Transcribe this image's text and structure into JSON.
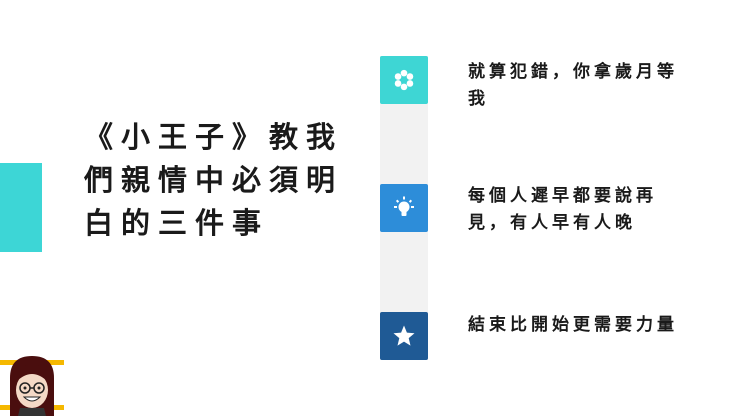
{
  "slide": {
    "title": "《小王子》教我們親情中必須明白的三件事",
    "accent_color": "#3dd6d6"
  },
  "items": [
    {
      "icon": "flower-icon",
      "color": "#3ed6d4",
      "text": "就算犯錯，你拿歲月等我"
    },
    {
      "icon": "lightbulb-icon",
      "color": "#2d8dd9",
      "text": "每個人遲早都要說再見，有人早有人晚"
    },
    {
      "icon": "star-icon",
      "color": "#1f5a95",
      "text": "結束比開始更需要力量"
    }
  ]
}
